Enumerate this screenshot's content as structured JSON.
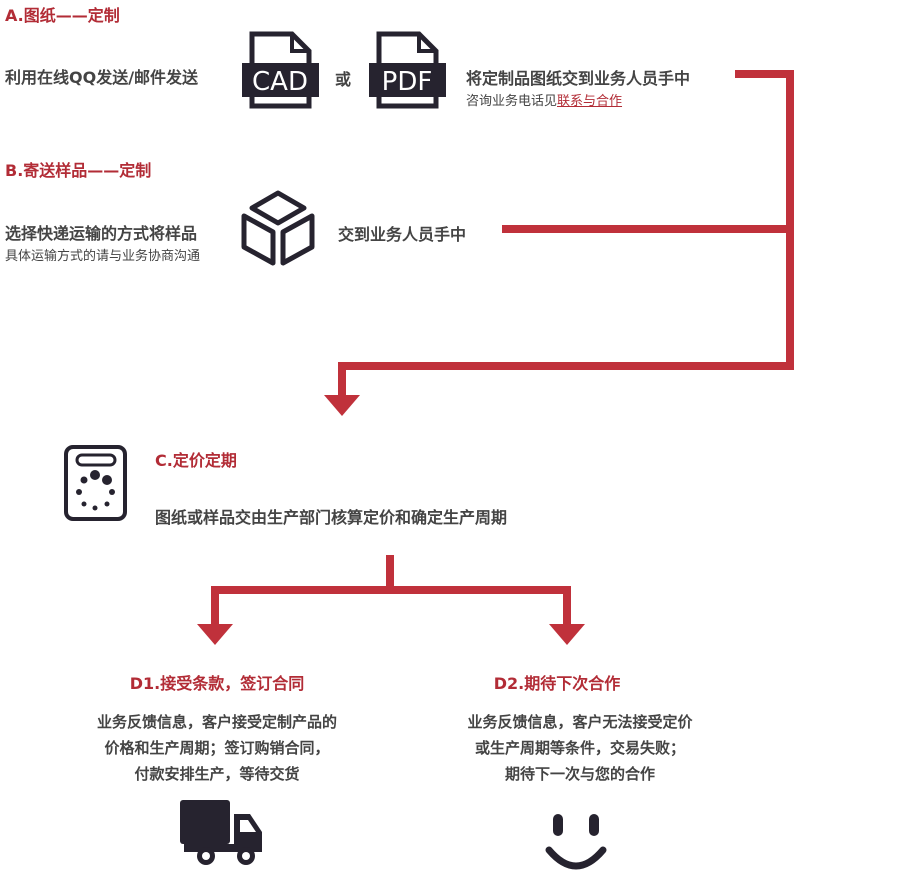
{
  "colors": {
    "accent": "#c0313b",
    "icon": "#26232f"
  },
  "a": {
    "title": "A.图纸——定制",
    "send": "利用在线QQ发送/邮件发送",
    "cad": "CAD",
    "or": "或",
    "pdf": "PDF",
    "deliver": "将定制品图纸交到业务人员手中",
    "consult": "咨询业务电话见",
    "link": "联系与合作"
  },
  "b": {
    "title": "B.寄送样品——定制",
    "method": "选择快递运输的方式将样品",
    "note": "具体运输方式的请与业务协商沟通",
    "deliver": "交到业务人员手中"
  },
  "c": {
    "title": "C.定价定期",
    "body": "图纸或样品交由生产部门核算定价和确定生产周期"
  },
  "d1": {
    "title": "D1.接受条款，签订合同",
    "lines": [
      "业务反馈信息，客户接受定制产品的",
      "价格和生产周期；签订购销合同，",
      "付款安排生产，等待交货"
    ]
  },
  "d2": {
    "title": "D2.期待下次合作",
    "lines": [
      "业务反馈信息，客户无法接受定价",
      "或生产周期等条件，交易失败；",
      "期待下一次与您的合作"
    ]
  }
}
